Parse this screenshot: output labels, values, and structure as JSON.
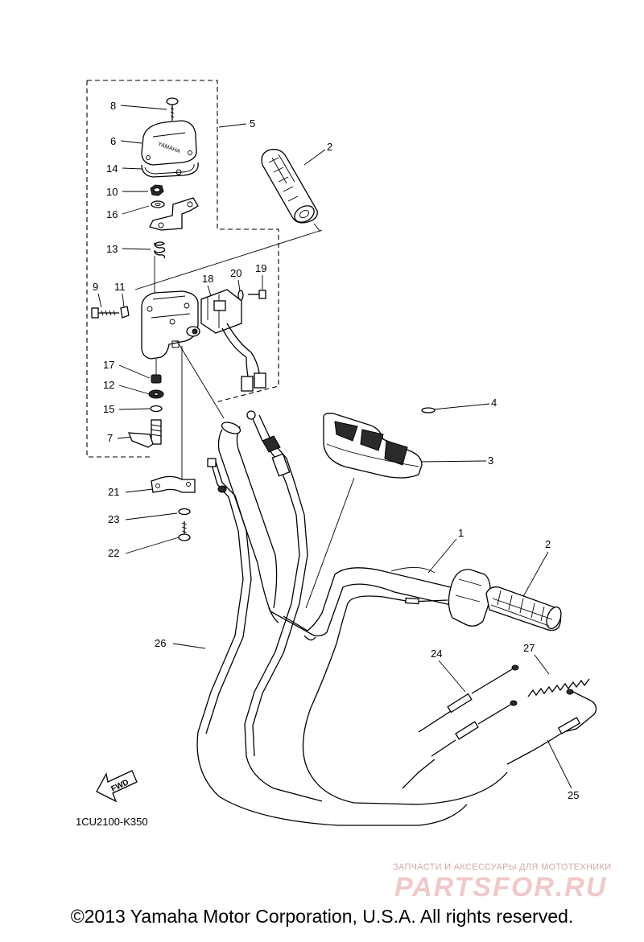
{
  "diagram": {
    "code": "1CU2100-K350",
    "fwd_label": "FWD",
    "copyright": "©2013 Yamaha Motor Corporation, U.S.A. All rights reserved.",
    "watermark_tagline": "ЗАПЧАСТИ И АКСЕССУАРЫ ДЛЯ МОТОТЕХНИКИ",
    "watermark_brand": "PARTSFOR.RU",
    "callouts": [
      "1",
      "2",
      "2",
      "3",
      "4",
      "5",
      "6",
      "7",
      "8",
      "9",
      "10",
      "11",
      "12",
      "13",
      "14",
      "15",
      "16",
      "17",
      "18",
      "19",
      "20",
      "21",
      "22",
      "23",
      "24",
      "25",
      "26",
      "27"
    ]
  }
}
